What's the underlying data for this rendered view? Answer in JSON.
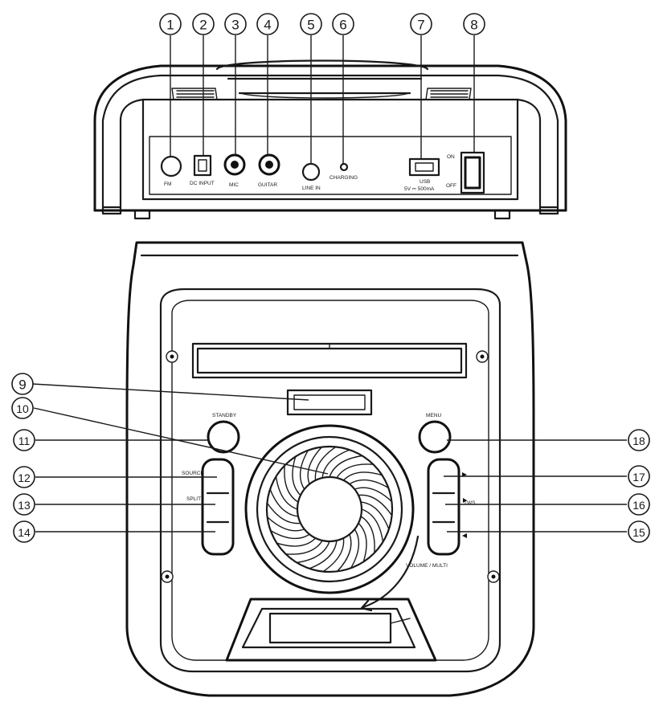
{
  "callouts": [
    {
      "id": 1,
      "label": "1"
    },
    {
      "id": 2,
      "label": "2"
    },
    {
      "id": 3,
      "label": "3"
    },
    {
      "id": 4,
      "label": "4"
    },
    {
      "id": 5,
      "label": "5"
    },
    {
      "id": 6,
      "label": "6"
    },
    {
      "id": 7,
      "label": "7"
    },
    {
      "id": 8,
      "label": "8"
    },
    {
      "id": 9,
      "label": "9"
    },
    {
      "id": 10,
      "label": "10"
    },
    {
      "id": 11,
      "label": "11"
    },
    {
      "id": 12,
      "label": "12"
    },
    {
      "id": 13,
      "label": "13"
    },
    {
      "id": 14,
      "label": "14"
    },
    {
      "id": 15,
      "label": "15"
    },
    {
      "id": 16,
      "label": "16"
    },
    {
      "id": 17,
      "label": "17"
    },
    {
      "id": 18,
      "label": "18"
    }
  ],
  "rear_panel": {
    "fm_label": "FM",
    "dc_input_label": "DC INPUT",
    "mic_label": "MIC",
    "guitar_label": "GUITAR",
    "line_in_label": "LINE IN",
    "charging_label": "CHARGING",
    "usb_label": "USB",
    "usb_rating": "5V ⎓ 500mA",
    "on_label": "ON",
    "off_label": "OFF"
  },
  "top_panel": {
    "standby_label": "STANDBY",
    "menu_label": "MENU",
    "source_label": "SOURCE",
    "split_label": "SPLIT",
    "volume_label": "VOLUME / MULTI",
    "pause_label": "TWS"
  }
}
